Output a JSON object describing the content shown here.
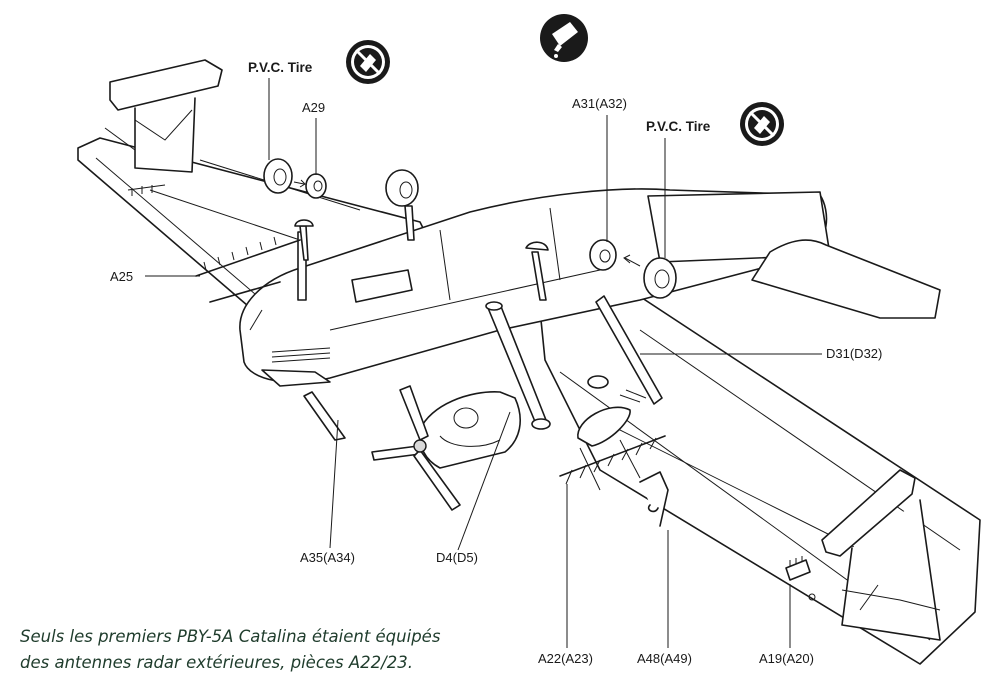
{
  "labels": {
    "pvc_tire_left": "P.V.C. Tire",
    "pvc_tire_right": "P.V.C. Tire",
    "a29": "A29",
    "a31": "A31(A32)",
    "a25": "A25",
    "d31": "D31(D32)",
    "a35": "A35(A34)",
    "d4": "D4(D5)",
    "a22": "A22(A23)",
    "a48": "A48(A49)",
    "a19": "A19(A20)"
  },
  "icons": {
    "no_glue_left": "no-cement-icon",
    "glue_top": "cement-tube-icon",
    "no_glue_right": "no-cement-icon"
  },
  "caption": {
    "line1": "Seuls les premiers PBY-5A Catalina étaient équipés",
    "line2": "des antennes radar extérieures, pièces A22/23."
  },
  "colors": {
    "ink": "#1a1a1a",
    "caption": "#1f3c2c"
  }
}
